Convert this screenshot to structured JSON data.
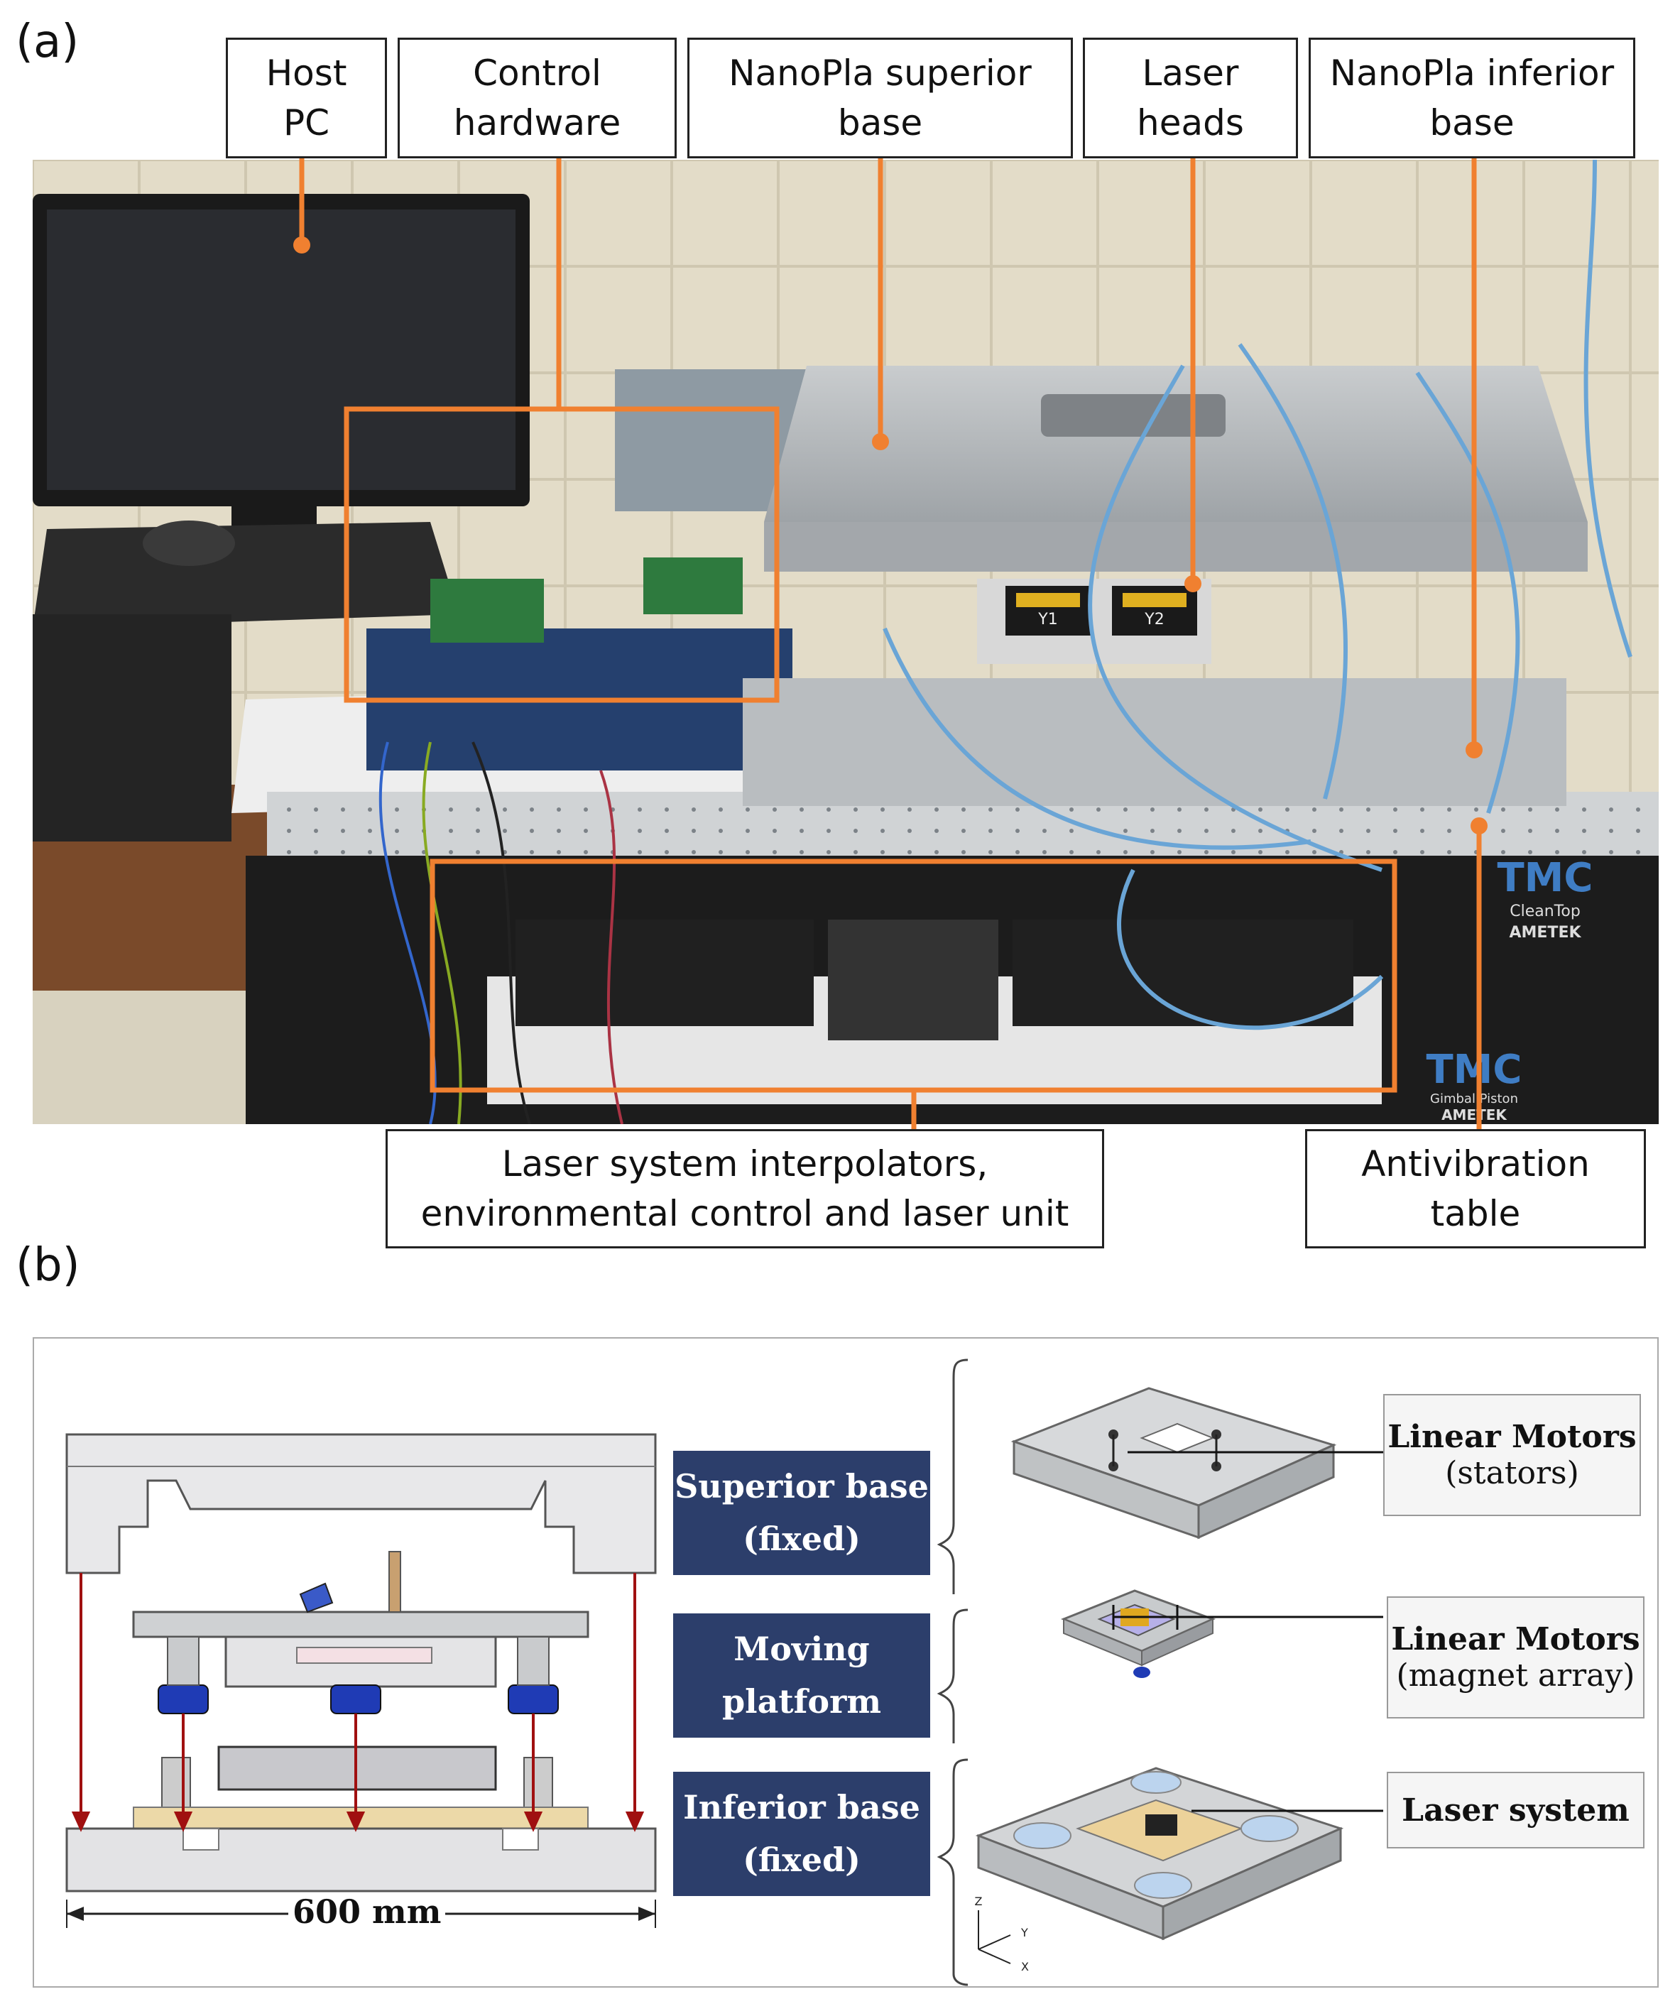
{
  "panel_a": {
    "letter": "(a)",
    "labels": {
      "host_pc": "Host\nPC",
      "control_hardware": "Control\nhardware",
      "superior_base": "NanoPla superior\nbase",
      "laser_heads": "Laser\nheads",
      "inferior_base": "NanoPla inferior\nbase",
      "laser_system": "Laser system interpolators,\nenvironmental control and laser unit",
      "antivibration": "Antivibration\ntable"
    },
    "photo_text": {
      "tmc_logo": "TMC",
      "cleantop": "CleanTop",
      "ametek": "AMETEK",
      "gimbal": "Gimbal Piston",
      "y1": "Y1",
      "y2": "Y2"
    },
    "colors": {
      "callout_orange": "#f08030"
    }
  },
  "panel_b": {
    "letter": "(b)",
    "dimension": "600 mm",
    "stages": [
      {
        "label": "Superior base\n(fixed)"
      },
      {
        "label": "Moving\nplatform"
      },
      {
        "label": "Inferior base\n(fixed)"
      }
    ],
    "component_labels": [
      {
        "title": "Linear Motors",
        "sub": "(stators)"
      },
      {
        "title": "Linear Motors",
        "sub": "(magnet array)"
      },
      {
        "title": "Laser system",
        "sub": ""
      }
    ],
    "axes": {
      "z": "Z",
      "y": "Y",
      "x": "X"
    },
    "colors": {
      "stage_box": "#2c3e6b",
      "arrow_red": "#a01010"
    }
  }
}
